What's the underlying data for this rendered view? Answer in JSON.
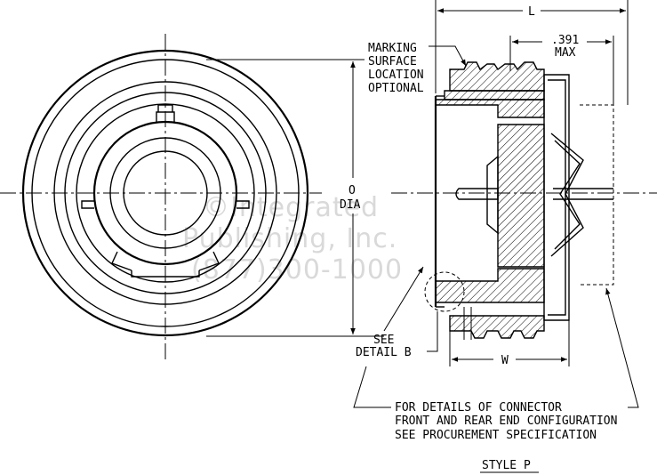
{
  "watermark": {
    "line1": "©Integrated",
    "line2": "Publishing, Inc.",
    "line3": "(877)300-1000"
  },
  "labels": {
    "L": "L",
    "dim_391": ".391",
    "max": "MAX",
    "marking_1": "MARKING",
    "marking_2": "SURFACE",
    "marking_3": "LOCATION",
    "marking_4": "OPTIONAL",
    "o": "O",
    "dia": "DIA",
    "see": "SEE",
    "detail_b": "DETAIL B",
    "w": "W",
    "note_1": "FOR DETAILS OF CONNECTOR",
    "note_2": "FRONT AND REAR END CONFIGURATION",
    "note_3": "SEE PROCUREMENT SPECIFICATION",
    "style": "STYLE P"
  }
}
